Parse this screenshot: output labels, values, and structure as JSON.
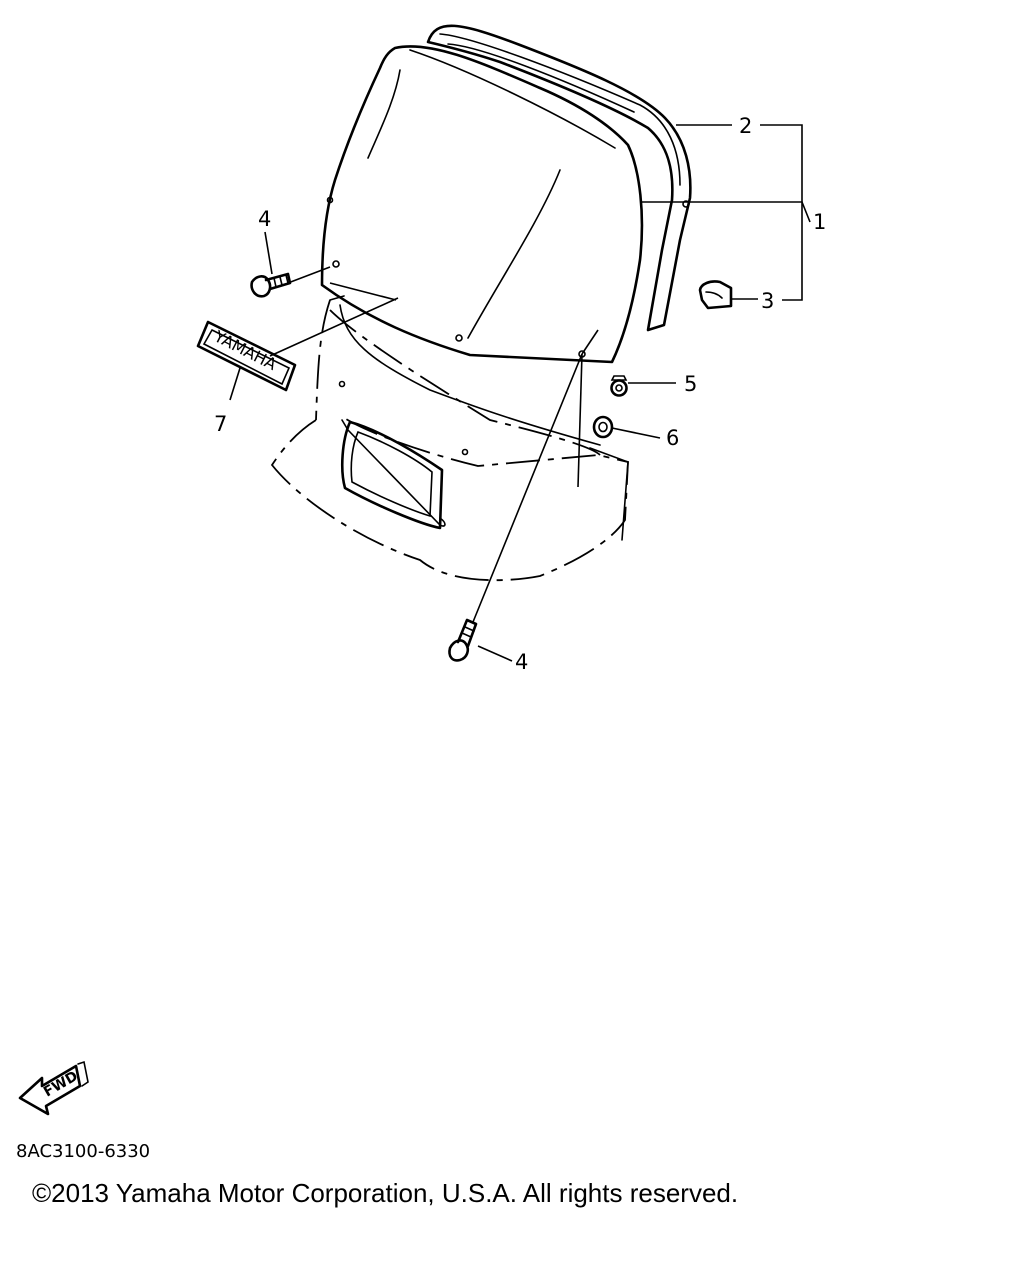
{
  "diagram": {
    "callouts": {
      "c1": "1",
      "c2": "2",
      "c3": "3",
      "c4_top": "4",
      "c4_bottom": "4",
      "c5": "5",
      "c6": "6",
      "c7": "7"
    },
    "emblem_text": "YAMAHA",
    "fwd_label": "FWD"
  },
  "footer": {
    "part_code": "8AC3100-6330",
    "copyright": "©2013 Yamaha Motor Corporation, U.S.A. All rights reserved."
  }
}
